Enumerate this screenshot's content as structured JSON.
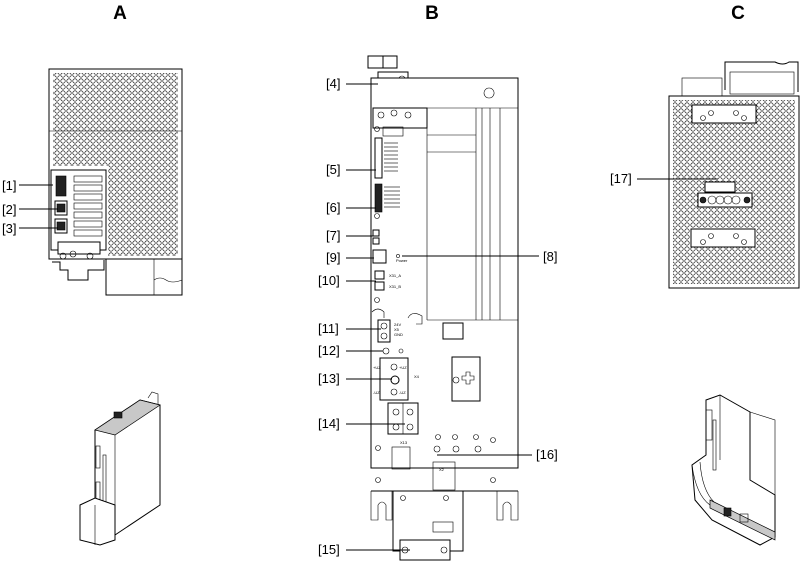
{
  "views": {
    "A": {
      "title": "A",
      "description": "side view (left)"
    },
    "B": {
      "title": "B",
      "description": "front view"
    },
    "C": {
      "title": "C",
      "description": "side view (right)"
    }
  },
  "callouts": [
    {
      "id": "1",
      "label": "[1]"
    },
    {
      "id": "2",
      "label": "[2]"
    },
    {
      "id": "3",
      "label": "[3]"
    },
    {
      "id": "4",
      "label": "[4]"
    },
    {
      "id": "5",
      "label": "[5]"
    },
    {
      "id": "6",
      "label": "[6]"
    },
    {
      "id": "7",
      "label": "[7]"
    },
    {
      "id": "8",
      "label": "[8]"
    },
    {
      "id": "9",
      "label": "[9]"
    },
    {
      "id": "10",
      "label": "[10]"
    },
    {
      "id": "11",
      "label": "[11]"
    },
    {
      "id": "12",
      "label": "[12]"
    },
    {
      "id": "13",
      "label": "[13]"
    },
    {
      "id": "14",
      "label": "[14]"
    },
    {
      "id": "15",
      "label": "[15]"
    },
    {
      "id": "16",
      "label": "[16]"
    },
    {
      "id": "17",
      "label": "[17]"
    }
  ],
  "panel_text": {
    "x10_a": "X31_A",
    "x10_b": "X31_B",
    "power": "Power",
    "x5": "X5",
    "x5_lines": [
      "24V",
      "X5",
      "GND"
    ],
    "x4": "X4",
    "x4_pos": "+UZ",
    "x4_neg": "-UZ",
    "x13": "X13",
    "label_x2": "X2"
  }
}
